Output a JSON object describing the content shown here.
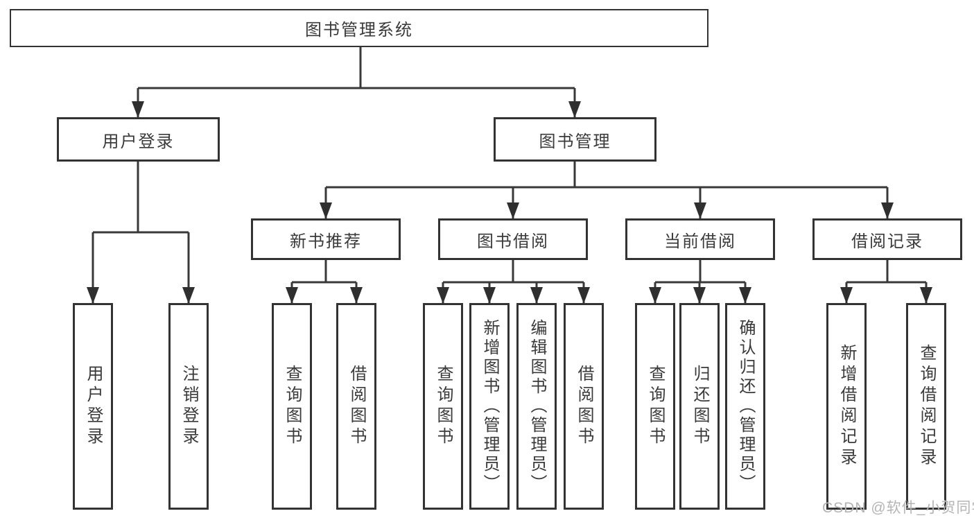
{
  "diagram": {
    "root": {
      "label": "图书管理系统"
    },
    "level2": [
      {
        "id": "user-login",
        "label": "用户登录"
      },
      {
        "id": "book-management",
        "label": "图书管理"
      }
    ],
    "level3": [
      {
        "id": "new-book-recommend",
        "label": "新书推荐"
      },
      {
        "id": "book-borrow",
        "label": "图书借阅"
      },
      {
        "id": "current-borrow",
        "label": "当前借阅"
      },
      {
        "id": "borrow-records",
        "label": "借阅记录"
      }
    ],
    "leaves": [
      {
        "id": "user-login-leaf",
        "label": "用户登录"
      },
      {
        "id": "logout",
        "label": "注销登录"
      },
      {
        "id": "query-books-1",
        "label": "查询图书"
      },
      {
        "id": "borrow-books-1",
        "label": "借阅图书"
      },
      {
        "id": "query-books-2",
        "label": "查询图书"
      },
      {
        "id": "add-books-admin",
        "label": "新增图书（管理员）"
      },
      {
        "id": "edit-books-admin",
        "label": "编辑图书（管理员）"
      },
      {
        "id": "borrow-books-2",
        "label": "借阅图书"
      },
      {
        "id": "query-books-3",
        "label": "查询图书"
      },
      {
        "id": "return-books",
        "label": "归还图书"
      },
      {
        "id": "confirm-return-admin",
        "label": "确认归还（管理员）"
      },
      {
        "id": "add-borrow-record",
        "label": "新增借阅记录"
      },
      {
        "id": "query-borrow-record",
        "label": "查询借阅记录"
      }
    ],
    "watermark": "CSDN @软件_小贺同学",
    "colors": {
      "line": "#333333",
      "text": "#3a3a3a",
      "watermark": "#b4b4b4",
      "background": "#ffffff"
    }
  }
}
